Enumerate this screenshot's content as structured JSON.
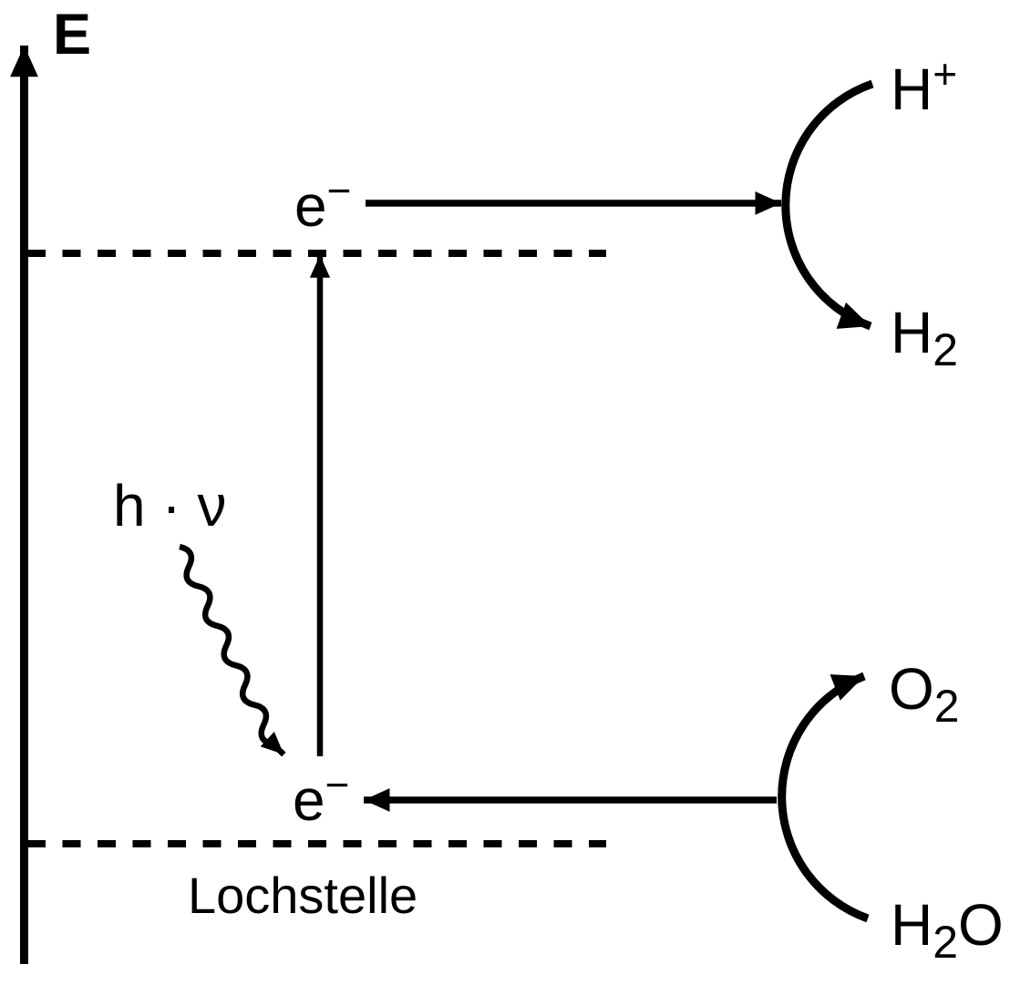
{
  "colors": {
    "background": "#ffffff",
    "ink": "#000000"
  },
  "axis": {
    "label": "E"
  },
  "bands": {
    "conduction_electron": {
      "base": "e",
      "charge": "−"
    },
    "valence_electron": {
      "base": "e",
      "charge": "−"
    },
    "hole_label": "Lochstelle"
  },
  "photon": {
    "label": "h · ν"
  },
  "reduction": {
    "reactant": {
      "base": "H",
      "charge": "+"
    },
    "product": {
      "base": "H",
      "subscript": "2"
    }
  },
  "oxidation": {
    "product": {
      "base": "O",
      "subscript": "2"
    },
    "reactant": {
      "part1": "H",
      "subscript": "2",
      "part2": "O"
    }
  }
}
